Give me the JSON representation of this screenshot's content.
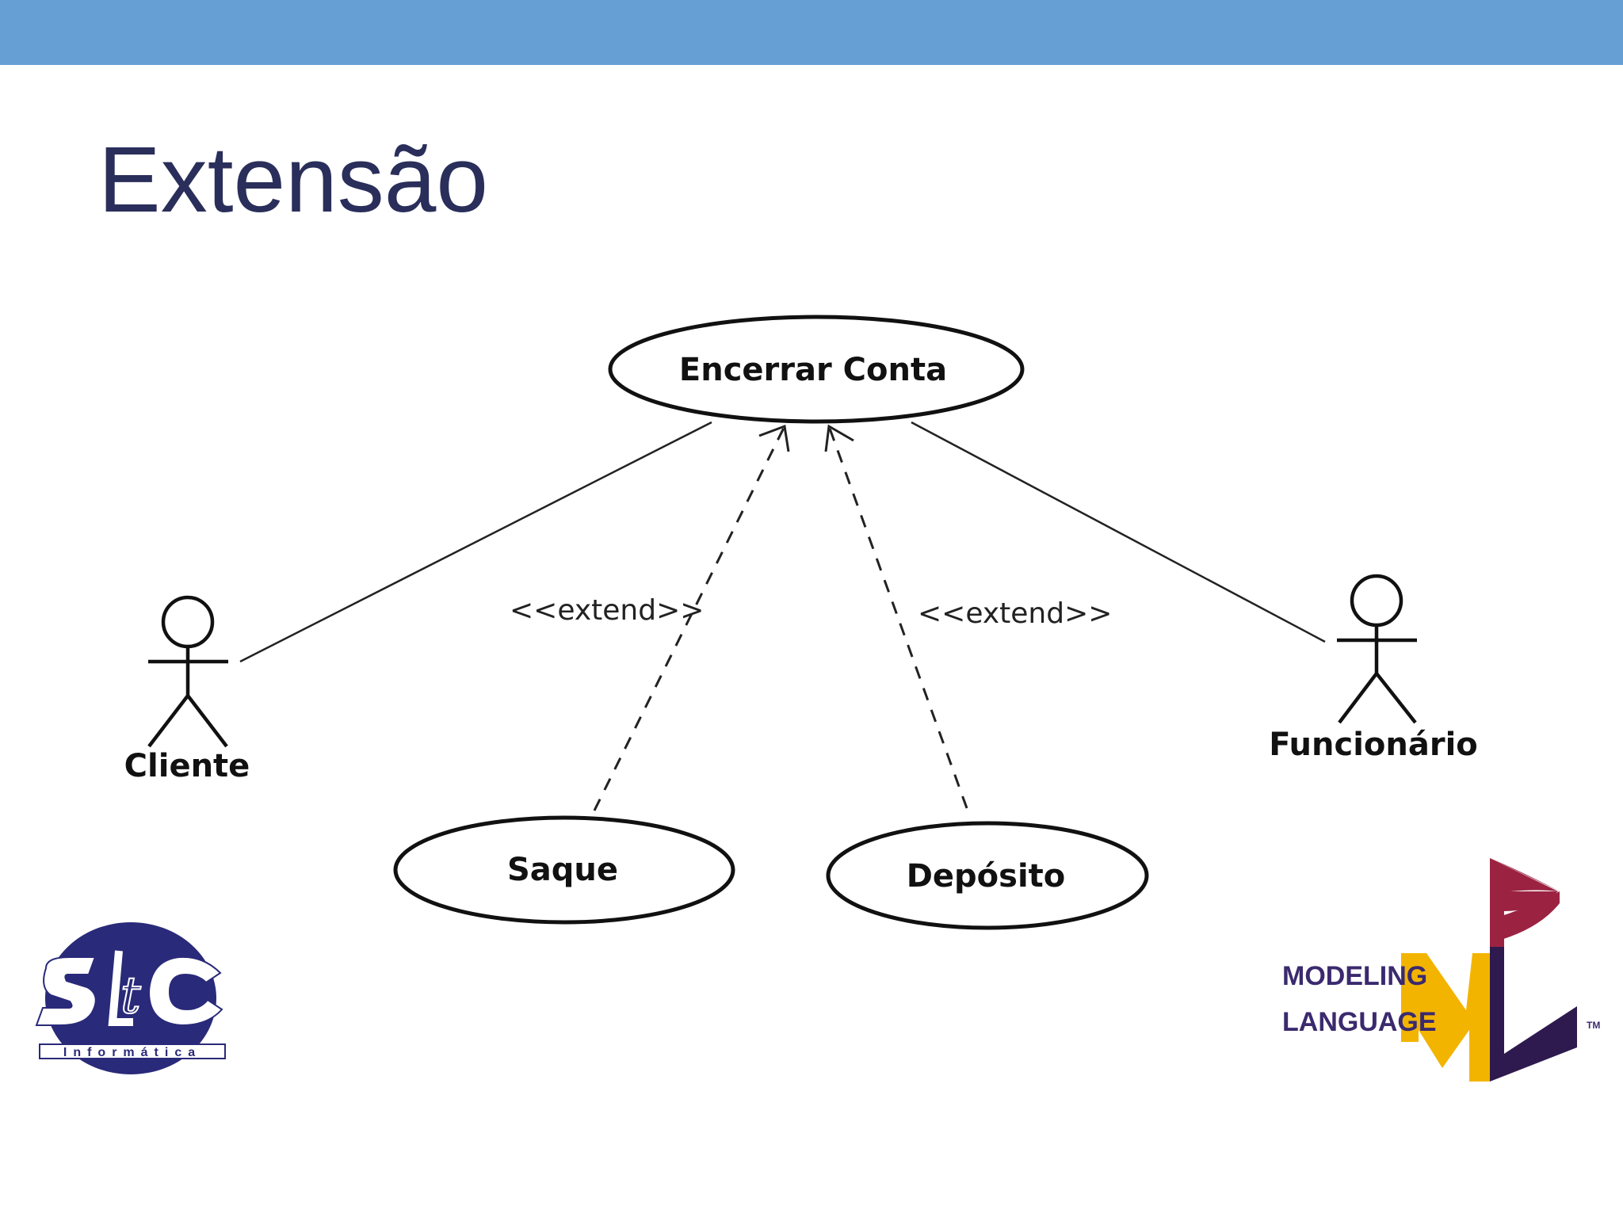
{
  "slide": {
    "title": "Extensão",
    "colors": {
      "top_bar": "#659fd4",
      "title": "#2a2e5a"
    }
  },
  "diagram": {
    "use_cases": {
      "main": "Encerrar Conta",
      "extend_1": "Saque",
      "extend_2": "Depósito"
    },
    "actors": {
      "left": "Cliente",
      "right": "Funcionário"
    },
    "stereotypes": {
      "left": "<<extend>>",
      "right": "<<extend>>"
    }
  },
  "logos": {
    "stc": {
      "subtitle": "Informática"
    },
    "uml": {
      "line1": "MODELING",
      "line2": "LANGUAGE",
      "tm": "TM"
    }
  }
}
